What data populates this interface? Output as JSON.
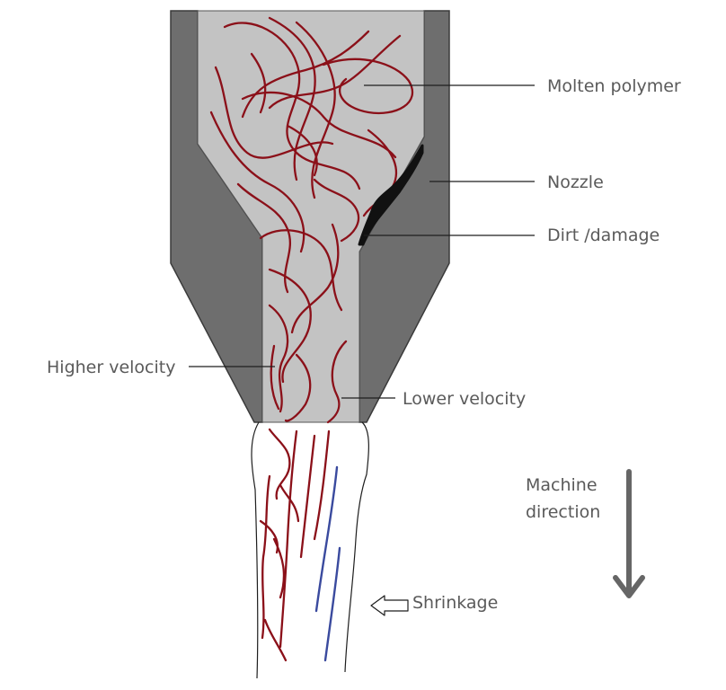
{
  "labels": {
    "molten_polymer": "Molten polymer",
    "nozzle": "Nozzle",
    "dirt_damage": "Dirt /damage",
    "higher_velocity": "Higher velocity",
    "lower_velocity": "Lower velocity",
    "machine_direction_line1": "Machine",
    "machine_direction_line2": "direction",
    "shrinkage": "Shrinkage"
  },
  "colors": {
    "nozzle_wall": "#6e6e6e",
    "molten_polymer": "#c3c3c3",
    "polymer_chains": "#8b1019",
    "oriented_chains": "#3a4a9e",
    "dirt": "#111111",
    "arrow": "#666666",
    "label_text": "#5a5a5a"
  },
  "icons": {
    "machine_direction": "arrow-down-icon",
    "shrinkage": "arrow-left-outline-icon"
  }
}
